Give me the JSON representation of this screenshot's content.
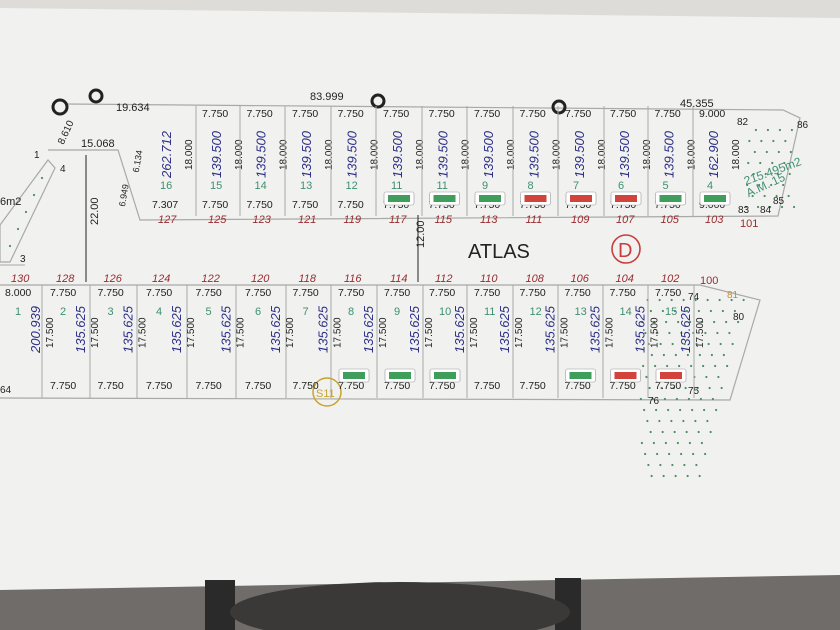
{
  "street_name": "ATLAS",
  "block_letter": "D",
  "top_dims": {
    "left": "19.634",
    "center": "83.999",
    "right": "45.355"
  },
  "left_edge": {
    "slant": "8.610",
    "width": "15.068",
    "point_1": "1",
    "point_4": "4",
    "point_3": "3",
    "small_dim_a": "6.134",
    "small_dim_b": "6.949"
  },
  "left_fragment_label": "6m2",
  "depth_labels": {
    "top_block": "22.00",
    "street": "12.00"
  },
  "upper_lots": [
    {
      "lot": "16",
      "area": "262.712",
      "top": "",
      "bottom": "7.307",
      "side": "18.000",
      "no": "127"
    },
    {
      "lot": "15",
      "area": "139.500",
      "top": "7.750",
      "bottom": "7.750",
      "side": "18.000",
      "no": "125"
    },
    {
      "lot": "14",
      "area": "139.500",
      "top": "7.750",
      "bottom": "7.750",
      "side": "18.000",
      "no": "123"
    },
    {
      "lot": "13",
      "area": "139.500",
      "top": "7.750",
      "bottom": "7.750",
      "side": "18.000",
      "no": "121"
    },
    {
      "lot": "12",
      "area": "139.500",
      "top": "7.750",
      "bottom": "7.750",
      "side": "18.000",
      "no": "119"
    },
    {
      "lot": "11",
      "area": "139.500",
      "top": "7.750",
      "bottom": "7.750",
      "side": "18.000",
      "no": "117"
    },
    {
      "lot": "11",
      "area": "139.500",
      "top": "7.750",
      "bottom": "7.750",
      "side": "18.000",
      "no": "115"
    },
    {
      "lot": "9",
      "area": "139.500",
      "top": "7.750",
      "bottom": "7.750",
      "side": "18.000",
      "no": "113"
    },
    {
      "lot": "8",
      "area": "139.500",
      "top": "7.750",
      "bottom": "7.750",
      "side": "18.000",
      "no": "111"
    },
    {
      "lot": "7",
      "area": "139.500",
      "top": "7.750",
      "bottom": "7.750",
      "side": "18.000",
      "no": "109"
    },
    {
      "lot": "6",
      "area": "139.500",
      "top": "7.750",
      "bottom": "7.750",
      "side": "18.000",
      "no": "107"
    },
    {
      "lot": "5",
      "area": "139.500",
      "top": "7.750",
      "bottom": "7.750",
      "side": "18.000",
      "no": "105"
    },
    {
      "lot": "4",
      "area": "162.900",
      "top": "9.000",
      "bottom": "9.000",
      "side": "18.000",
      "no": "103"
    }
  ],
  "upper_right_lot": {
    "label": "A.M. 15",
    "area": "215.495m2",
    "no": "101",
    "pts": [
      "82",
      "86",
      "83",
      "84",
      "85"
    ]
  },
  "lower_lots": [
    {
      "lot": "1",
      "area": "200.939",
      "top": "8.000",
      "bottom": "",
      "side": "17.500",
      "no": "130"
    },
    {
      "lot": "2",
      "area": "135.625",
      "top": "7.750",
      "bottom": "7.750",
      "side": "17.500",
      "no": "128"
    },
    {
      "lot": "3",
      "area": "135.625",
      "top": "7.750",
      "bottom": "7.750",
      "side": "17.500",
      "no": "126"
    },
    {
      "lot": "4",
      "area": "135.625",
      "top": "7.750",
      "bottom": "7.750",
      "side": "17.500",
      "no": "124"
    },
    {
      "lot": "5",
      "area": "135.625",
      "top": "7.750",
      "bottom": "7.750",
      "side": "17.500",
      "no": "122"
    },
    {
      "lot": "6",
      "area": "135.625",
      "top": "7.750",
      "bottom": "7.750",
      "side": "17.500",
      "no": "120"
    },
    {
      "lot": "7",
      "area": "135.625",
      "top": "7.750",
      "bottom": "7.750",
      "side": "17.500",
      "no": "118"
    },
    {
      "lot": "8",
      "area": "135.625",
      "top": "7.750",
      "bottom": "7.750",
      "side": "17.500",
      "no": "116"
    },
    {
      "lot": "9",
      "area": "135.625",
      "top": "7.750",
      "bottom": "7.750",
      "side": "17.500",
      "no": "114"
    },
    {
      "lot": "10",
      "area": "135.625",
      "top": "7.750",
      "bottom": "7.750",
      "side": "17.500",
      "no": "112"
    },
    {
      "lot": "11",
      "area": "135.625",
      "top": "7.750",
      "bottom": "7.750",
      "side": "17.500",
      "no": "110"
    },
    {
      "lot": "12",
      "area": "135.625",
      "top": "7.750",
      "bottom": "7.750",
      "side": "17.500",
      "no": "108"
    },
    {
      "lot": "13",
      "area": "135.625",
      "top": "7.750",
      "bottom": "7.750",
      "side": "17.500",
      "no": "106"
    },
    {
      "lot": "14",
      "area": "135.625",
      "top": "7.750",
      "bottom": "7.750",
      "side": "17.500",
      "no": "104"
    },
    {
      "lot": "15",
      "area": "135.625",
      "top": "7.750",
      "bottom": "7.750",
      "side": "17.500",
      "no": "102"
    }
  ],
  "lower_right": {
    "no": "100",
    "pts": [
      "74",
      "81",
      "80",
      "76",
      "75"
    ]
  },
  "lower_left_edge": "64",
  "circled_note": "S11",
  "sticker_states": {
    "upper": [
      "",
      "",
      "",
      "",
      "",
      "green",
      "green",
      "green",
      "red",
      "red",
      "red",
      "green",
      "green"
    ],
    "lower": [
      "",
      "",
      "",
      "",
      "",
      "",
      "",
      "green",
      "green",
      "green",
      "",
      "",
      "green",
      "red",
      "red"
    ]
  },
  "colors": {
    "board": "#f1f1ef",
    "wall": "#dedcd8",
    "lines": "#a8aaa7",
    "area_text": "#2c2f86",
    "lot_number": "#3f8f73",
    "street_number": "#9a2b30",
    "sticker_green": "#3f9e5b",
    "sticker_red": "#d2433b",
    "circle_red": "#c63e3e"
  }
}
